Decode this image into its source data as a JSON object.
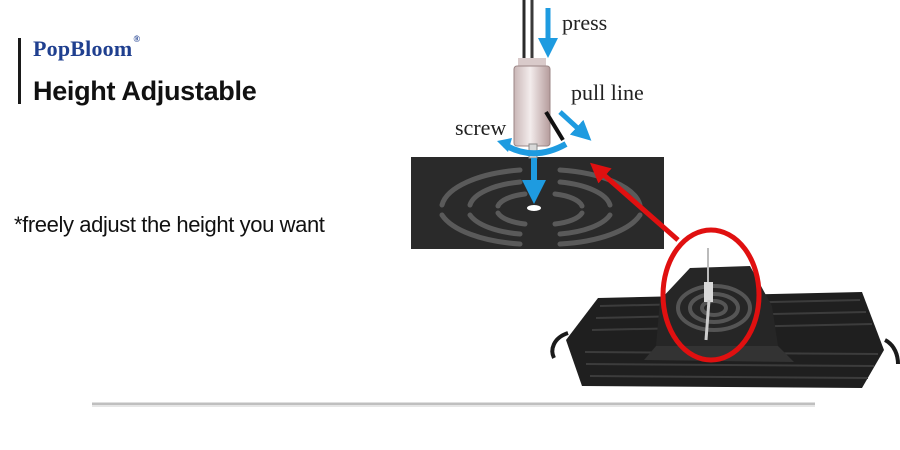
{
  "brand": {
    "name": "PopBloom",
    "trademark": "®"
  },
  "headline": "Height Adjustable",
  "caption": "*freely adjust the height you want",
  "diagram": {
    "labels": {
      "press": "press",
      "pull_line": "pull line",
      "screw": "screw"
    }
  },
  "colors": {
    "brand": "#1f3f8f",
    "arrow_blue": "#1e9be0",
    "highlight_red": "#e01010",
    "panel_dark": "#2a2a2a"
  }
}
